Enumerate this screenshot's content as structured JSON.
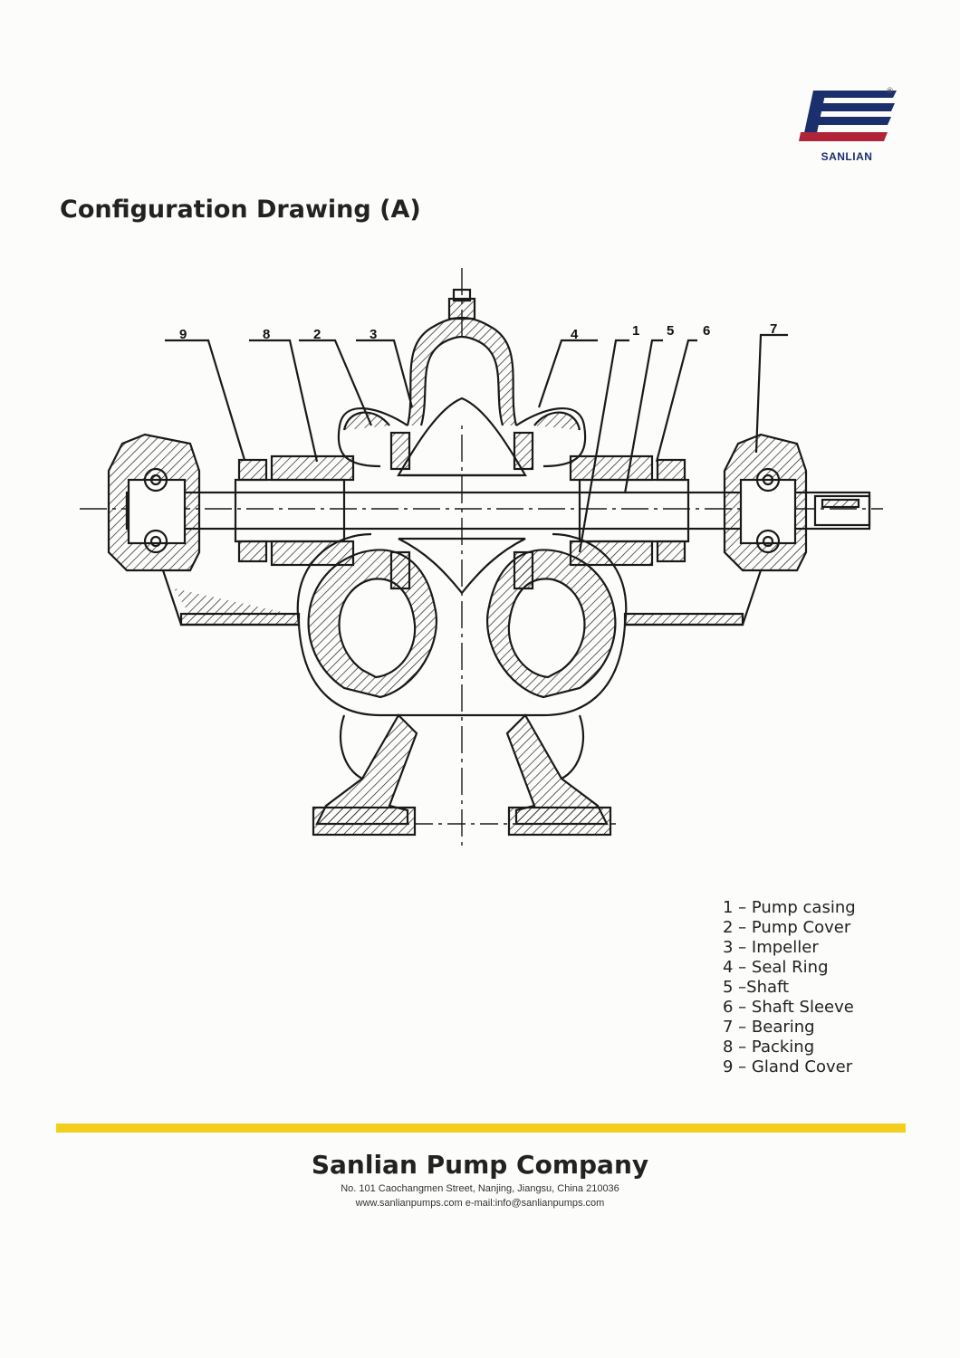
{
  "logo": {
    "text": "SANLIAN",
    "mark": "®",
    "colors": {
      "blue": "#1b2f6d",
      "red": "#b0243a"
    }
  },
  "title": "Configuration Drawing (A)",
  "callouts": [
    "9",
    "8",
    "2",
    "3",
    "4",
    "1",
    "5",
    "6",
    "7"
  ],
  "legend": [
    "1 – Pump casing",
    "2 – Pump Cover",
    "3 – Impeller",
    "4 – Seal Ring",
    "5 –Shaft",
    "6 – Shaft Sleeve",
    "7 – Bearing",
    "8 – Packing",
    "9 – Gland Cover"
  ],
  "footer": {
    "rule_color": "#f2cf1e",
    "company": "Sanlian Pump Company",
    "address": "No. 101 Caochangmen Street, Nanjing, Jiangsu, China 210036",
    "contact": "www.sanlianpumps.com  e-mail:info@sanlianpumps.com"
  }
}
